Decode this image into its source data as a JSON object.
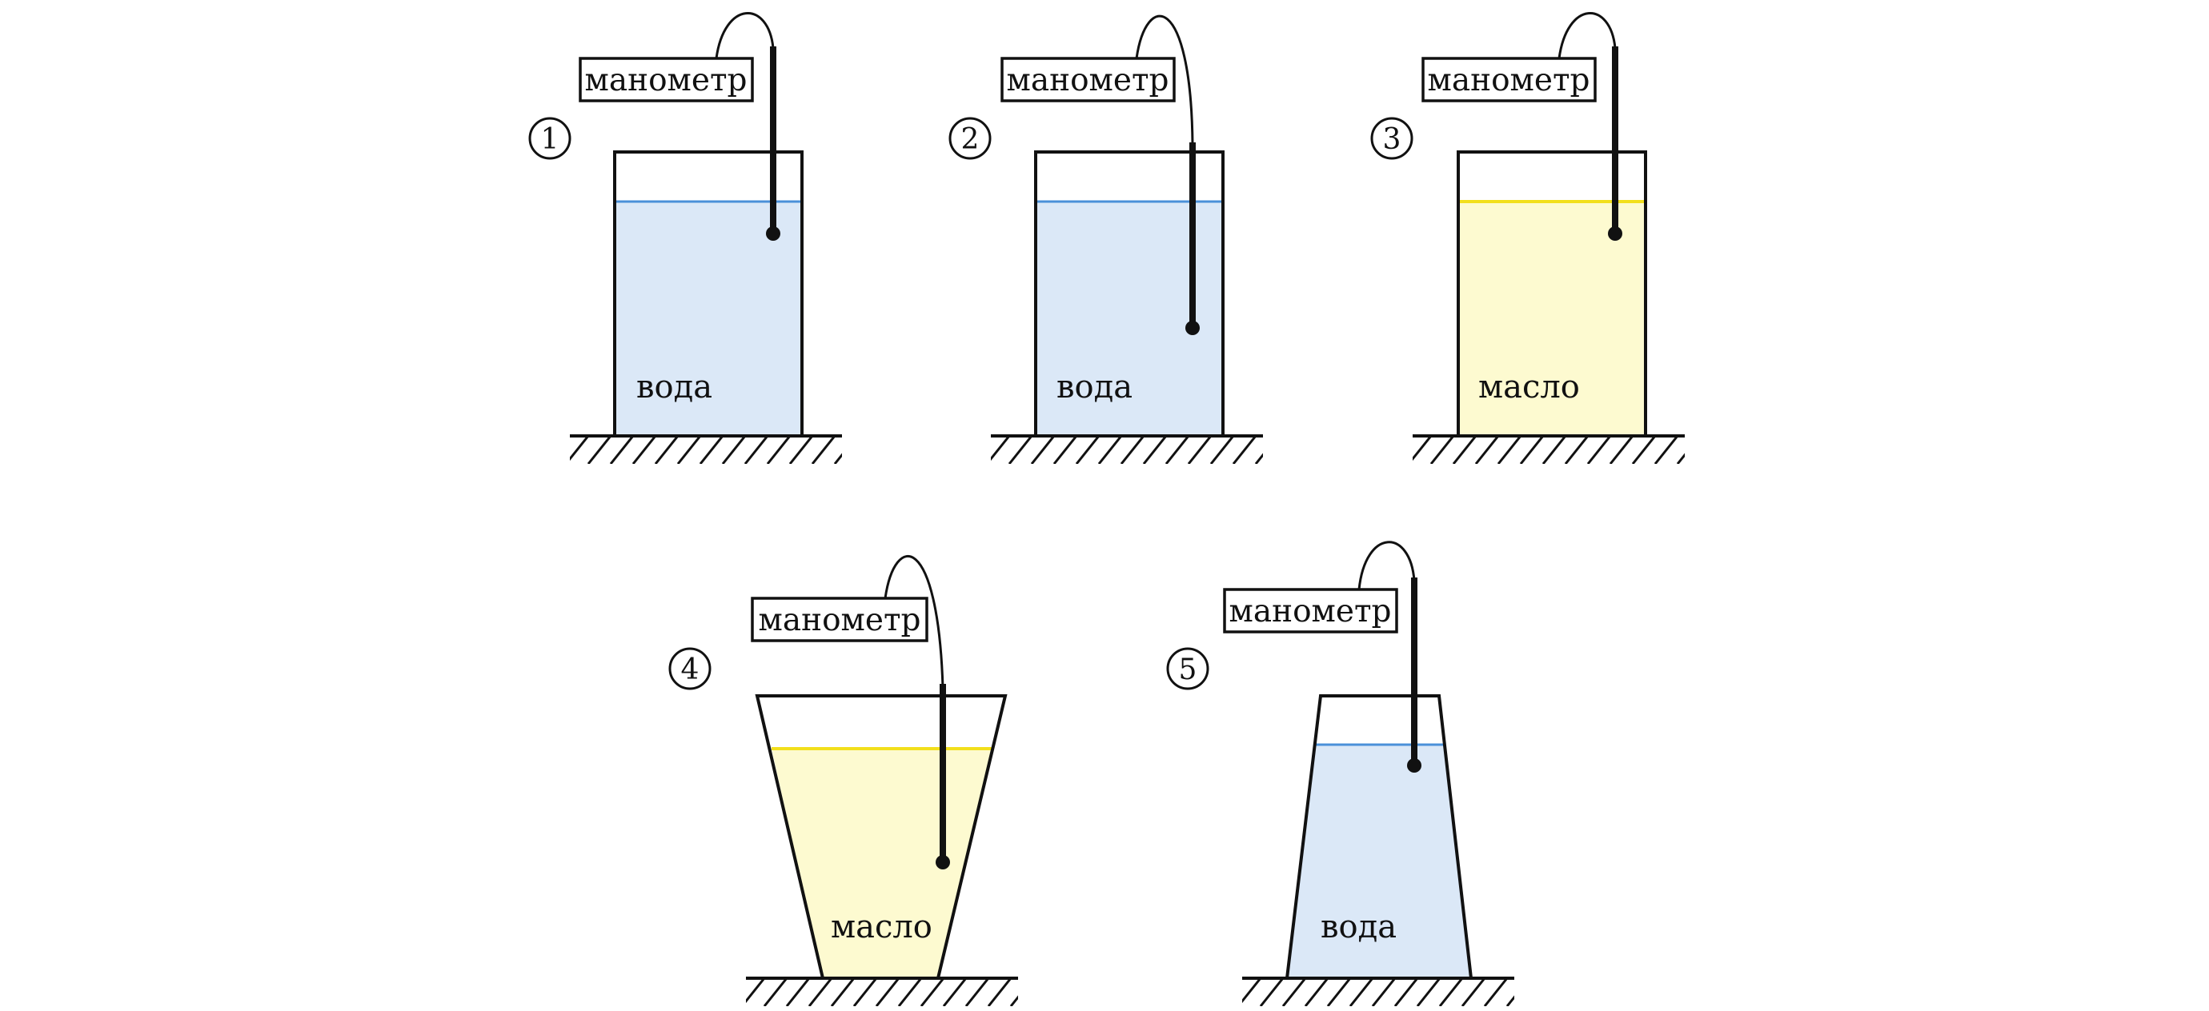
{
  "colors": {
    "water_fill": "#dbe8f7",
    "water_line": "#4a90d9",
    "oil_fill": "#fdfad0",
    "oil_line": "#f2df1c",
    "stroke": "#111111"
  },
  "vessels": [
    {
      "number": "1",
      "gauge_label": "манометр",
      "liquid_label": "вода",
      "liquid": "water"
    },
    {
      "number": "2",
      "gauge_label": "манометр",
      "liquid_label": "вода",
      "liquid": "water"
    },
    {
      "number": "3",
      "gauge_label": "манометр",
      "liquid_label": "масло",
      "liquid": "oil"
    },
    {
      "number": "4",
      "gauge_label": "манометр",
      "liquid_label": "масло",
      "liquid": "oil"
    },
    {
      "number": "5",
      "gauge_label": "манометр",
      "liquid_label": "вода",
      "liquid": "water"
    }
  ]
}
